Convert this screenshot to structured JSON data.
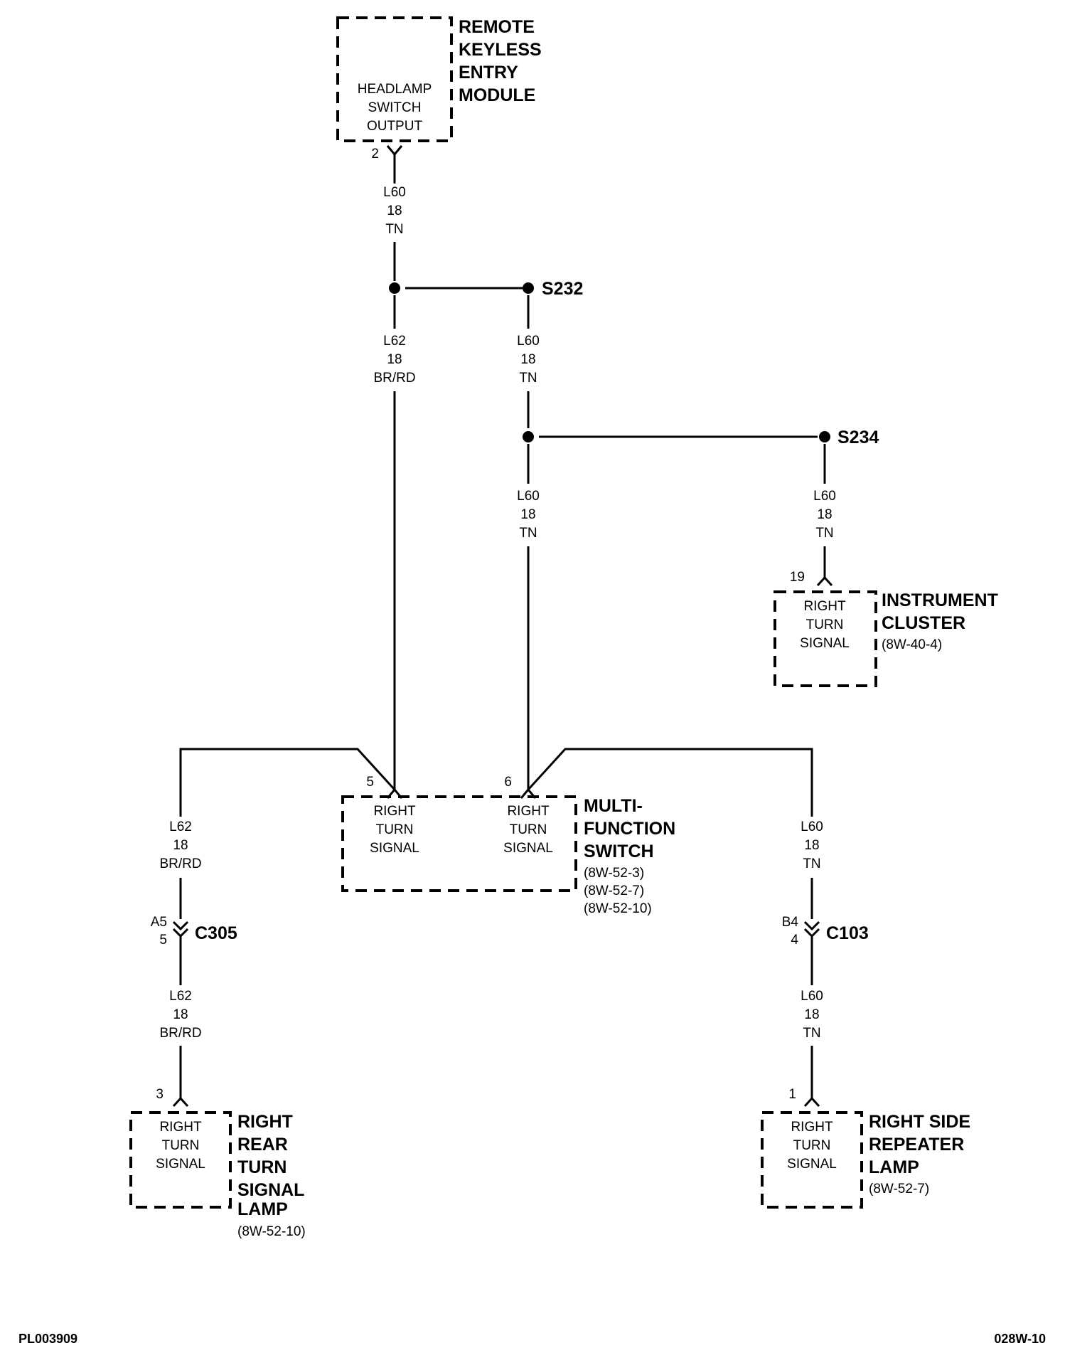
{
  "components": {
    "rke_module": {
      "name_lines": [
        "REMOTE",
        "KEYLESS",
        "ENTRY",
        "MODULE"
      ],
      "function_lines": [
        "HEADLAMP",
        "SWITCH",
        "OUTPUT"
      ],
      "pin": "2"
    },
    "instrument_cluster": {
      "name_lines": [
        "INSTRUMENT",
        "CLUSTER"
      ],
      "ref": "(8W-40-4)",
      "function_lines": [
        "RIGHT",
        "TURN",
        "SIGNAL"
      ],
      "pin": "19"
    },
    "multifunction_switch": {
      "name_lines": [
        "MULTI-",
        "FUNCTION",
        "SWITCH"
      ],
      "refs": [
        "(8W-52-3)",
        "(8W-52-7)",
        "(8W-52-10)"
      ],
      "left_function_lines": [
        "RIGHT",
        "TURN",
        "SIGNAL"
      ],
      "right_function_lines": [
        "RIGHT",
        "TURN",
        "SIGNAL"
      ],
      "pin_left": "5",
      "pin_right": "6"
    },
    "rear_lamp": {
      "name_lines": [
        "RIGHT",
        "REAR",
        "TURN",
        "SIGNAL",
        "LAMP"
      ],
      "ref": "(8W-52-10)",
      "function_lines": [
        "RIGHT",
        "TURN",
        "SIGNAL"
      ],
      "pin": "3"
    },
    "repeater_lamp": {
      "name_lines": [
        "RIGHT SIDE",
        "REPEATER",
        "LAMP"
      ],
      "ref": "(8W-52-7)",
      "function_lines": [
        "RIGHT",
        "TURN",
        "SIGNAL"
      ],
      "pin": "1"
    }
  },
  "splices": {
    "s232": "S232",
    "s234": "S234"
  },
  "connectors": {
    "c305": {
      "name": "C305",
      "pin_top": "A5",
      "pin_bottom": "5"
    },
    "c103": {
      "name": "C103",
      "pin_top": "B4",
      "pin_bottom": "4"
    }
  },
  "wires": {
    "rke_out": [
      "L60",
      "18",
      "TN"
    ],
    "to_msw_left": [
      "L62",
      "18",
      "BR/RD"
    ],
    "s232_down": [
      "L60",
      "18",
      "TN"
    ],
    "s234_to_msw": [
      "L60",
      "18",
      "TN"
    ],
    "s234_to_cluster": [
      "L60",
      "18",
      "TN"
    ],
    "left_upper": [
      "L62",
      "18",
      "BR/RD"
    ],
    "left_lower": [
      "L62",
      "18",
      "BR/RD"
    ],
    "right_upper": [
      "L60",
      "18",
      "TN"
    ],
    "right_lower": [
      "L60",
      "18",
      "TN"
    ]
  },
  "footer": {
    "left": "PL003909",
    "right": "028W-10"
  }
}
